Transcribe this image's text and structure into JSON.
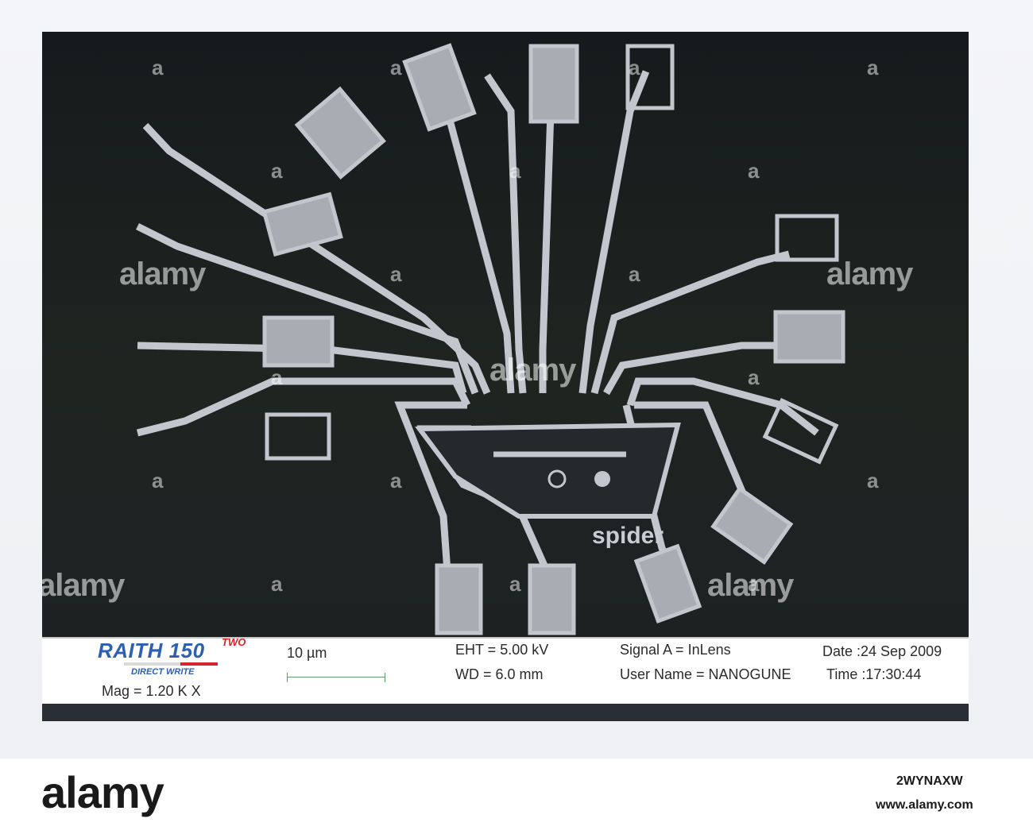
{
  "instrument": {
    "brand": "RAITH",
    "model": "150",
    "model_suffix": "TWO",
    "subtitle": "DIRECT WRITE"
  },
  "info": {
    "mag": "Mag =   1.20 K X",
    "scale_bar": "10 µm",
    "eht": "EHT =  5.00 kV",
    "wd": "WD =  6.0 mm",
    "signal": "Signal A = InLens",
    "user": "User Name = NANOGUNE",
    "date": "Date :24 Sep 2009",
    "time": "Time :17:30:44"
  },
  "sample_label": "spider",
  "watermark": {
    "text": "alamy",
    "letter": "a"
  },
  "banner": {
    "logo": "alamy",
    "image_id": "2WYNAXW",
    "url": "www.alamy.com"
  },
  "colors": {
    "structure": "#c3c7cd",
    "background": "#1b1f20",
    "logo_blue": "#2d5fb3",
    "logo_red": "#d7262a"
  }
}
